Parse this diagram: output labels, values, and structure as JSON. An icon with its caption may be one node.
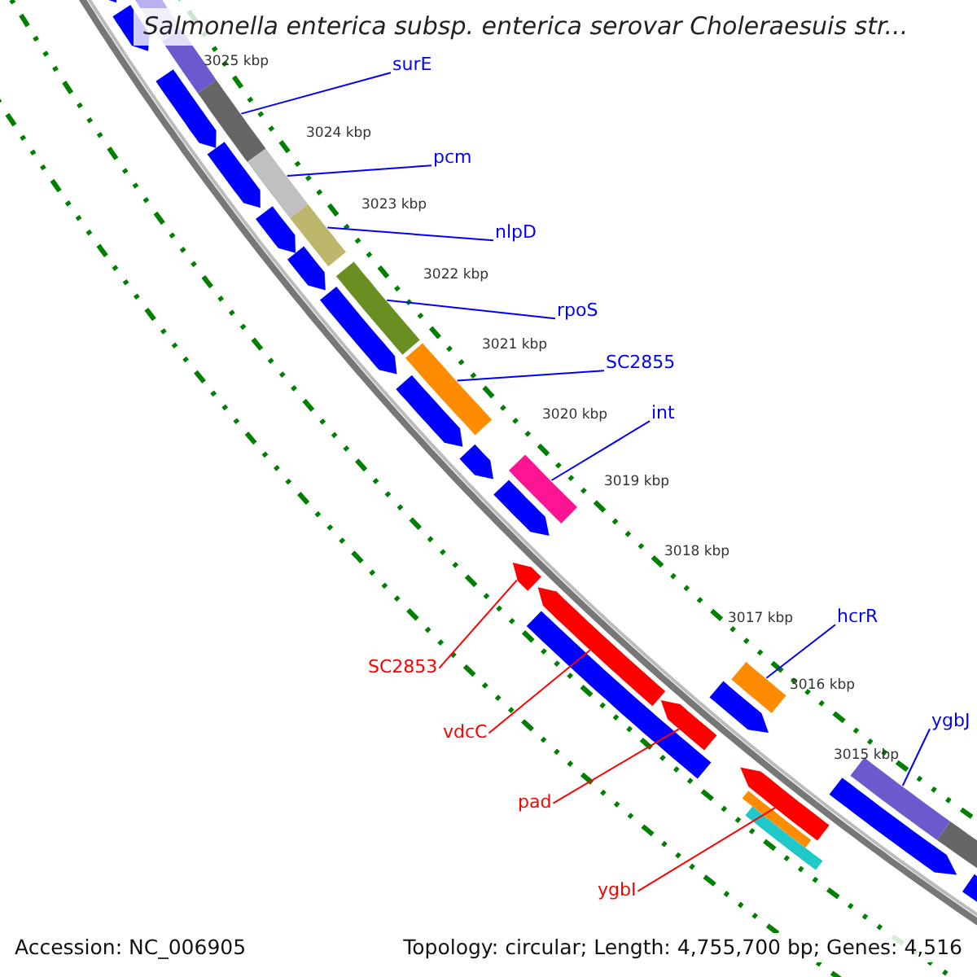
{
  "diagram": {
    "title": "Salmonella enterica subsp. enterica serovar Choleraesuis str...",
    "nodes": [
      {
        "text": [
          "surE"
        ]
      },
      {
        "text": [
          "pcm"
        ]
      },
      {
        "text": [
          "nlpD"
        ]
      },
      {
        "text": [
          "rpoS"
        ]
      },
      {
        "text": [
          "SC2855"
        ]
      },
      {
        "text": [
          "int"
        ]
      },
      {
        "text": [
          "hcrR"
        ]
      },
      {
        "text": [
          "SC2853"
        ]
      },
      {
        "text": [
          "ygbJ"
        ]
      },
      {
        "text": [
          "vdcC"
        ]
      },
      {
        "text": [
          "pad"
        ]
      },
      {
        "text": [
          "ygbI"
        ]
      },
      {
        "text": [],
        "shape": "bar"
      },
      {
        "text": [],
        "shape": "bar"
      },
      {
        "text": [],
        "shape": "bar"
      },
      {
        "text": [],
        "shape": "bar"
      },
      {
        "text": [],
        "shape": "bar"
      },
      {
        "text": [],
        "shape": "bar"
      },
      {
        "text": [],
        "shape": "arrow"
      },
      {
        "text": [],
        "shape": "arrow"
      },
      {
        "text": [],
        "shape": "arrow"
      },
      {
        "text": [],
        "shape": "bar"
      },
      {
        "text": [],
        "shape": "arrow"
      },
      {
        "text": [],
        "shape": "bar"
      }
    ],
    "edges": [
      {
        "from": 0,
        "to": 12,
        "arrow": "none"
      },
      {
        "from": 1,
        "to": 13,
        "arrow": "none"
      },
      {
        "from": 2,
        "to": 14,
        "arrow": "none"
      },
      {
        "from": 3,
        "to": 15,
        "arrow": "none"
      },
      {
        "from": 4,
        "to": 16,
        "arrow": "none"
      },
      {
        "from": 5,
        "to": 17,
        "arrow": "none"
      },
      {
        "from": 6,
        "to": 21,
        "arrow": "none"
      },
      {
        "from": 7,
        "to": 18,
        "arrow": "none",
        "color": "#ff0000"
      },
      {
        "from": 8,
        "to": 23,
        "arrow": "none"
      },
      {
        "from": 9,
        "to": 19,
        "arrow": "none",
        "color": "#ff0000"
      },
      {
        "from": 10,
        "to": 20,
        "arrow": "none",
        "color": "#ff0000"
      },
      {
        "from": 11,
        "to": 22,
        "arrow": "none",
        "color": "#ff0000"
      }
    ],
    "labels": [
      "3025 kbp",
      "3024 kbp",
      "3023 kbp",
      "3022 kbp",
      "3021 kbp",
      "3020 kbp",
      "3019 kbp",
      "3018 kbp",
      "3017 kbp",
      "3016 kbp",
      "3015 kbp",
      "Accession: NC_006905",
      "Topology: circular; Length: 4,755,700 bp; Genes: 4,516"
    ]
  }
}
